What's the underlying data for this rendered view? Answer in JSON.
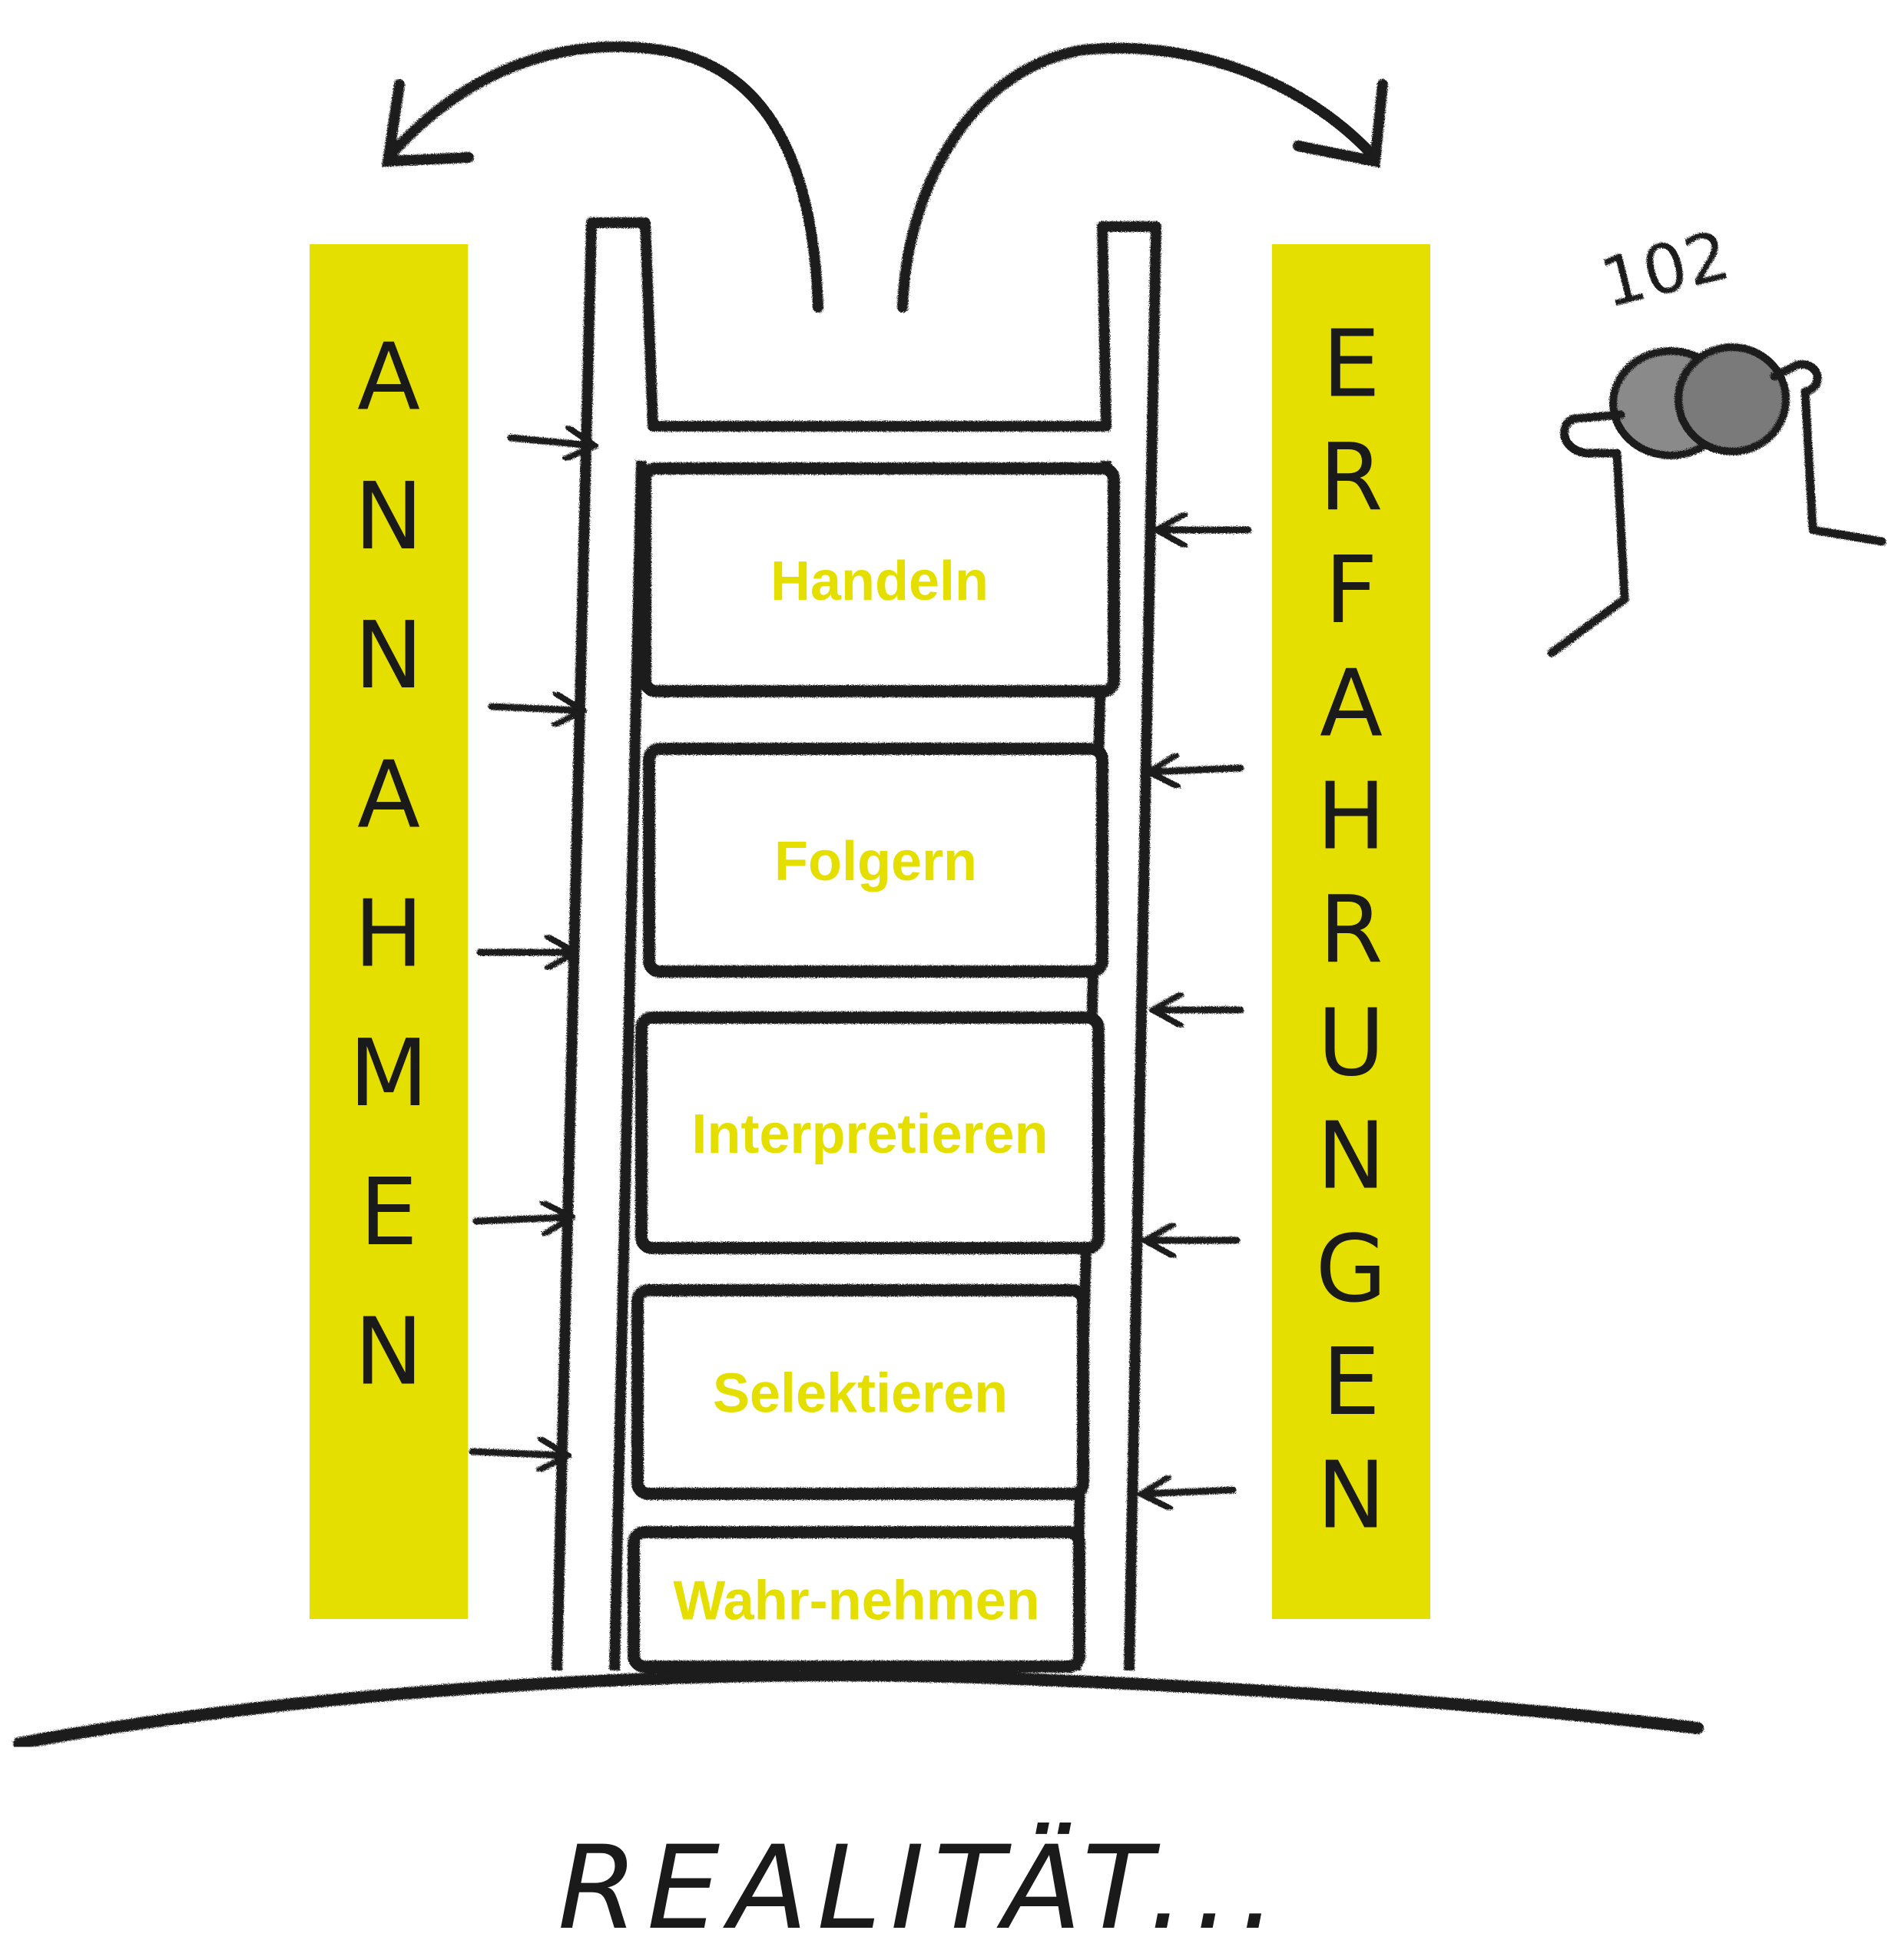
{
  "colors": {
    "accent_yellow": "#e5df00",
    "ink": "#1a1a1a",
    "paper": "#ffffff"
  },
  "left_bar": {
    "letters": [
      "A",
      "N",
      "N",
      "A",
      "H",
      "M",
      "E",
      "N"
    ]
  },
  "right_bar": {
    "letters": [
      "E",
      "R",
      "F",
      "A",
      "H",
      "R",
      "U",
      "N",
      "G",
      "E",
      "N"
    ]
  },
  "ladder_steps": [
    {
      "label": "Handeln"
    },
    {
      "label": "Folgern"
    },
    {
      "label": "Interpretieren"
    },
    {
      "label": "Selektieren"
    },
    {
      "label": "Wahr-nehmen"
    }
  ],
  "bottom_caption": "REALITÄT...",
  "figure": {
    "number_label": "102",
    "icon": "binoculars-person-icon"
  }
}
